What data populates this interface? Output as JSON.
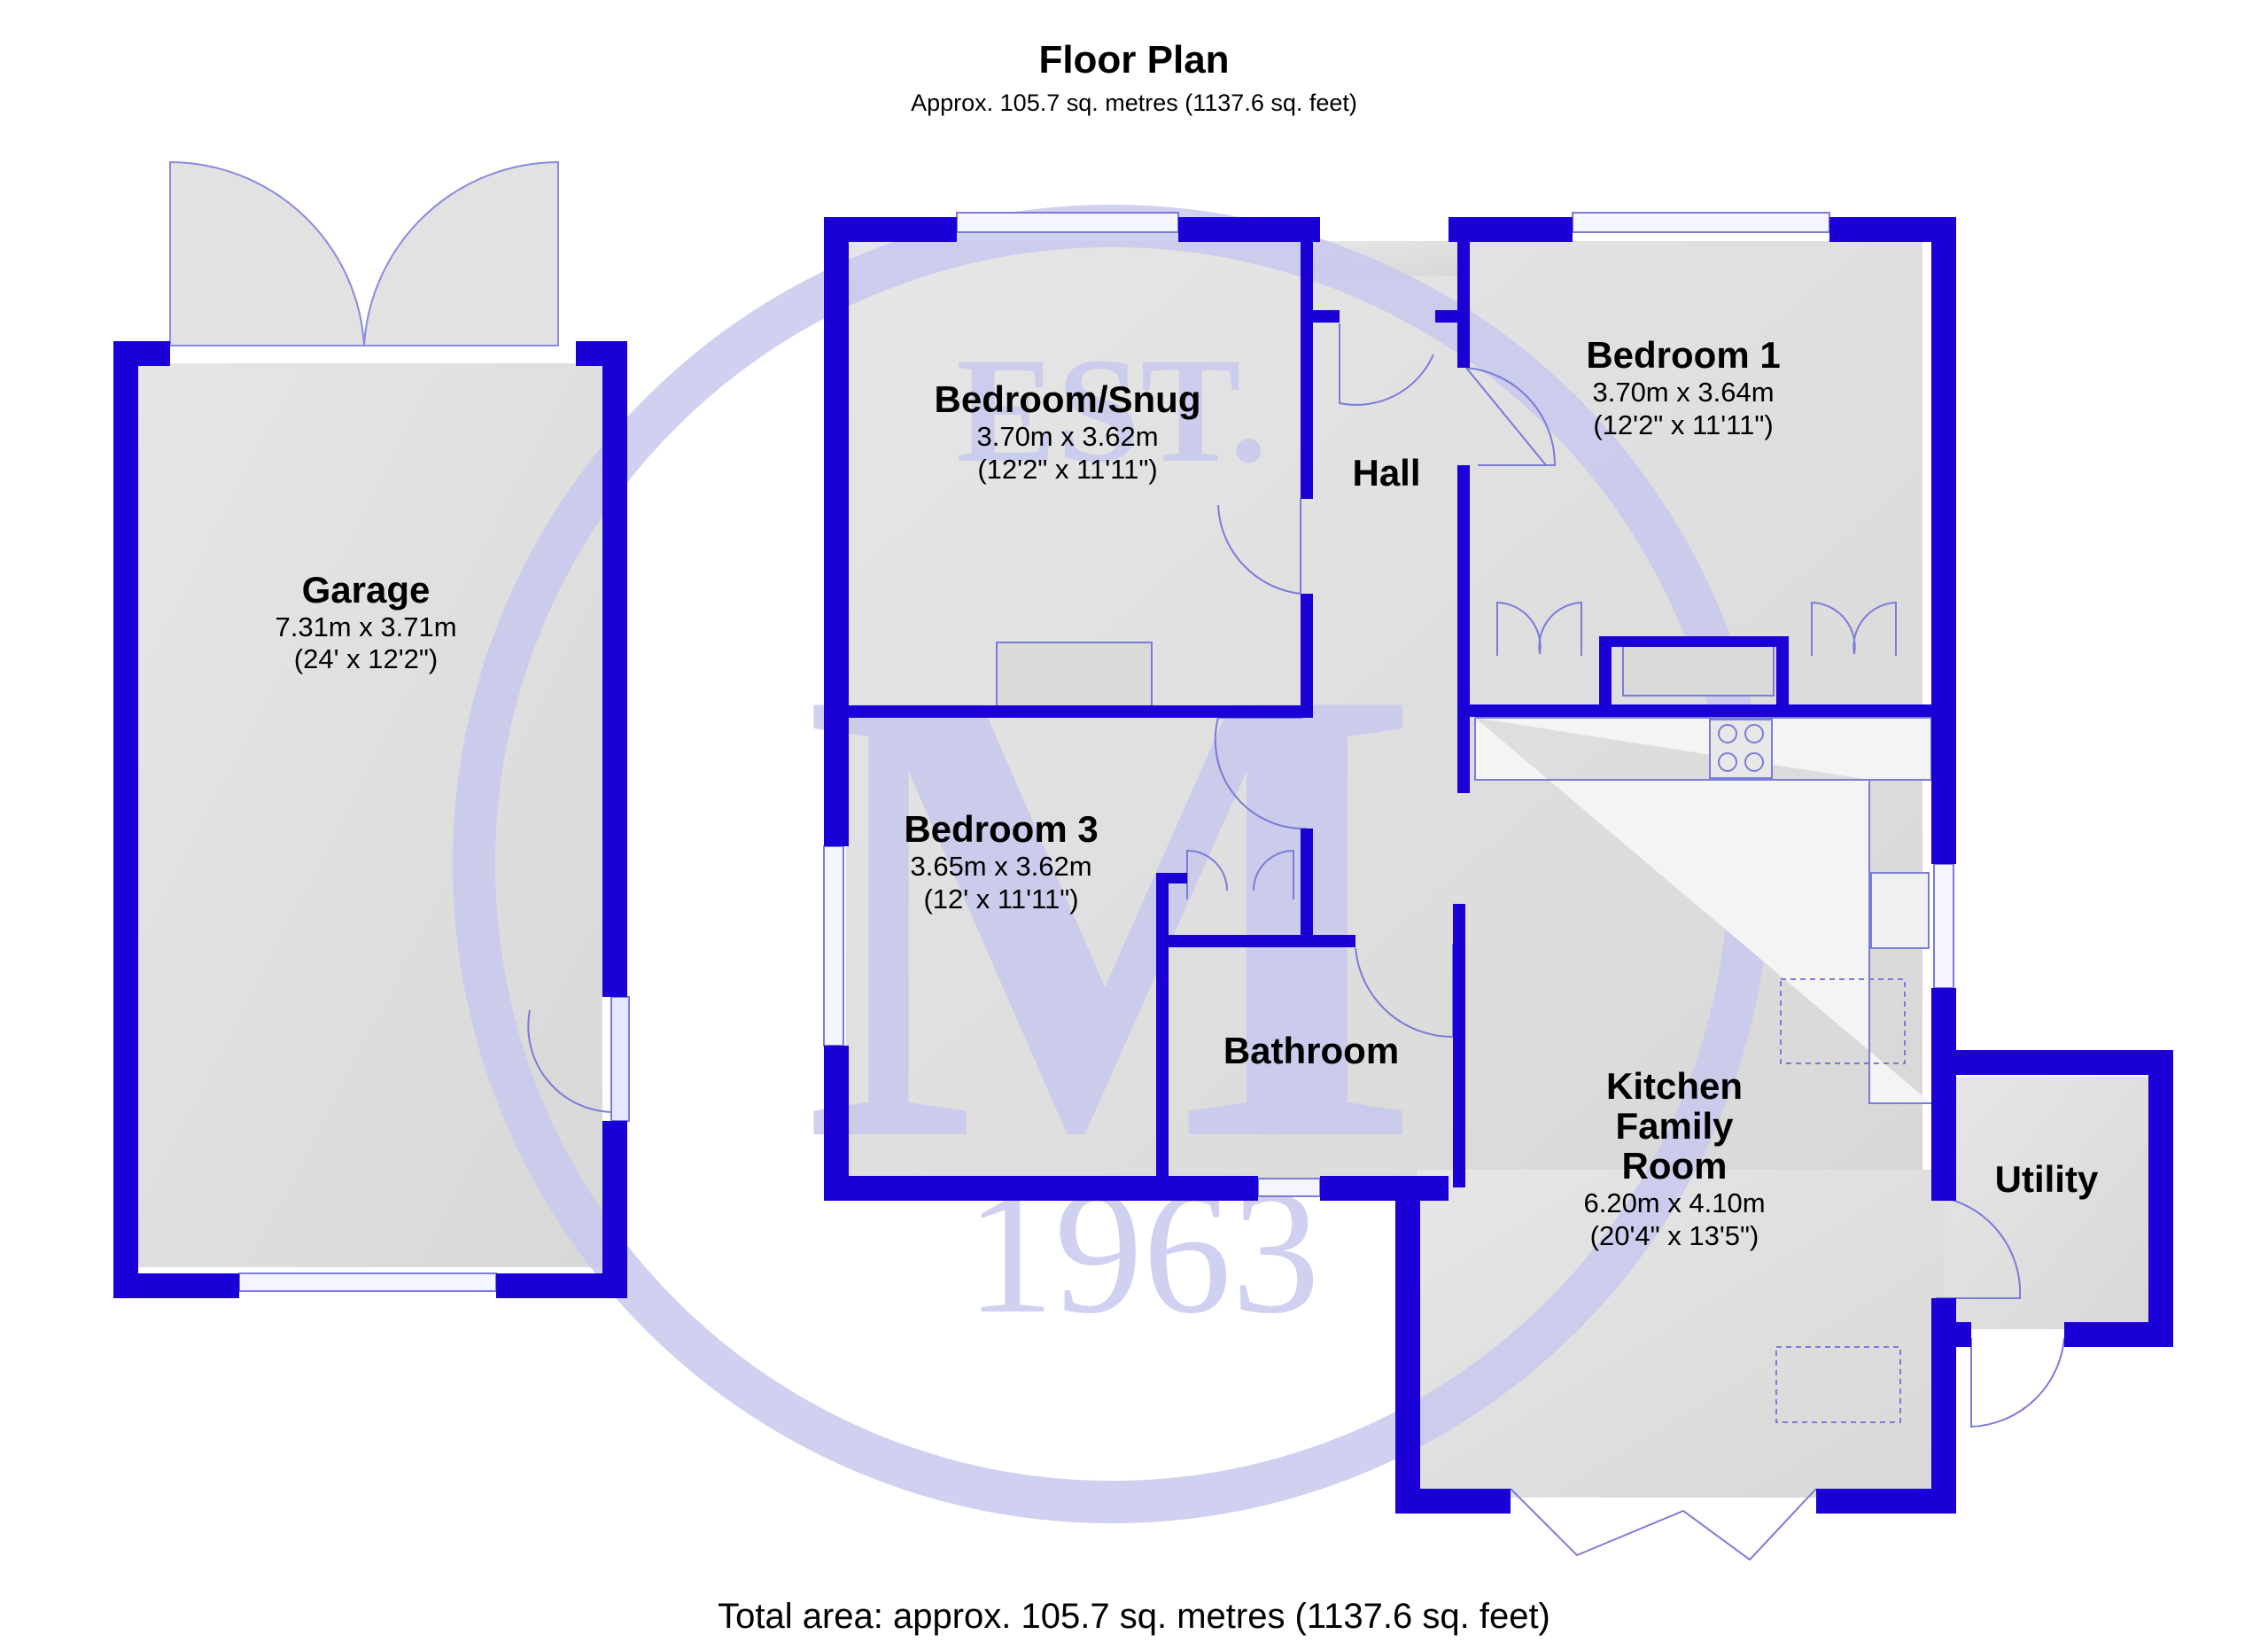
{
  "header": {
    "title": "Floor Plan",
    "subtitle": "Approx. 105.7 sq. metres (1137.6 sq. feet)"
  },
  "footer": {
    "total": "Total area: approx. 105.7 sq. metres (1137.6 sq. feet)"
  },
  "watermark": {
    "top": "EST.",
    "letter": "M",
    "year": "1963"
  },
  "rooms": {
    "garage": {
      "name": "Garage",
      "dim_m": "7.31m x 3.71m",
      "dim_ft": "(24' x 12'2\")"
    },
    "snug": {
      "name": "Bedroom/Snug",
      "dim_m": "3.70m x 3.62m",
      "dim_ft": "(12'2\" x 11'11\")"
    },
    "hall": {
      "name": "Hall"
    },
    "bedroom1": {
      "name": "Bedroom 1",
      "dim_m": "3.70m x 3.64m",
      "dim_ft": "(12'2\" x 11'11\")"
    },
    "bedroom3": {
      "name": "Bedroom 3",
      "dim_m": "3.65m x 3.62m",
      "dim_ft": "(12' x 11'11\")"
    },
    "bathroom": {
      "name": "Bathroom"
    },
    "kitchen": {
      "name_line1": "Kitchen",
      "name_line2": "Family",
      "name_line3": "Room",
      "dim_m": "6.20m x 4.10m",
      "dim_ft": "(20'4\" x 13'5\")"
    },
    "utility": {
      "name": "Utility"
    }
  },
  "colors": {
    "wall": "#1a00d6",
    "floor": "#dedede",
    "watermark": "#c8c8ee"
  }
}
